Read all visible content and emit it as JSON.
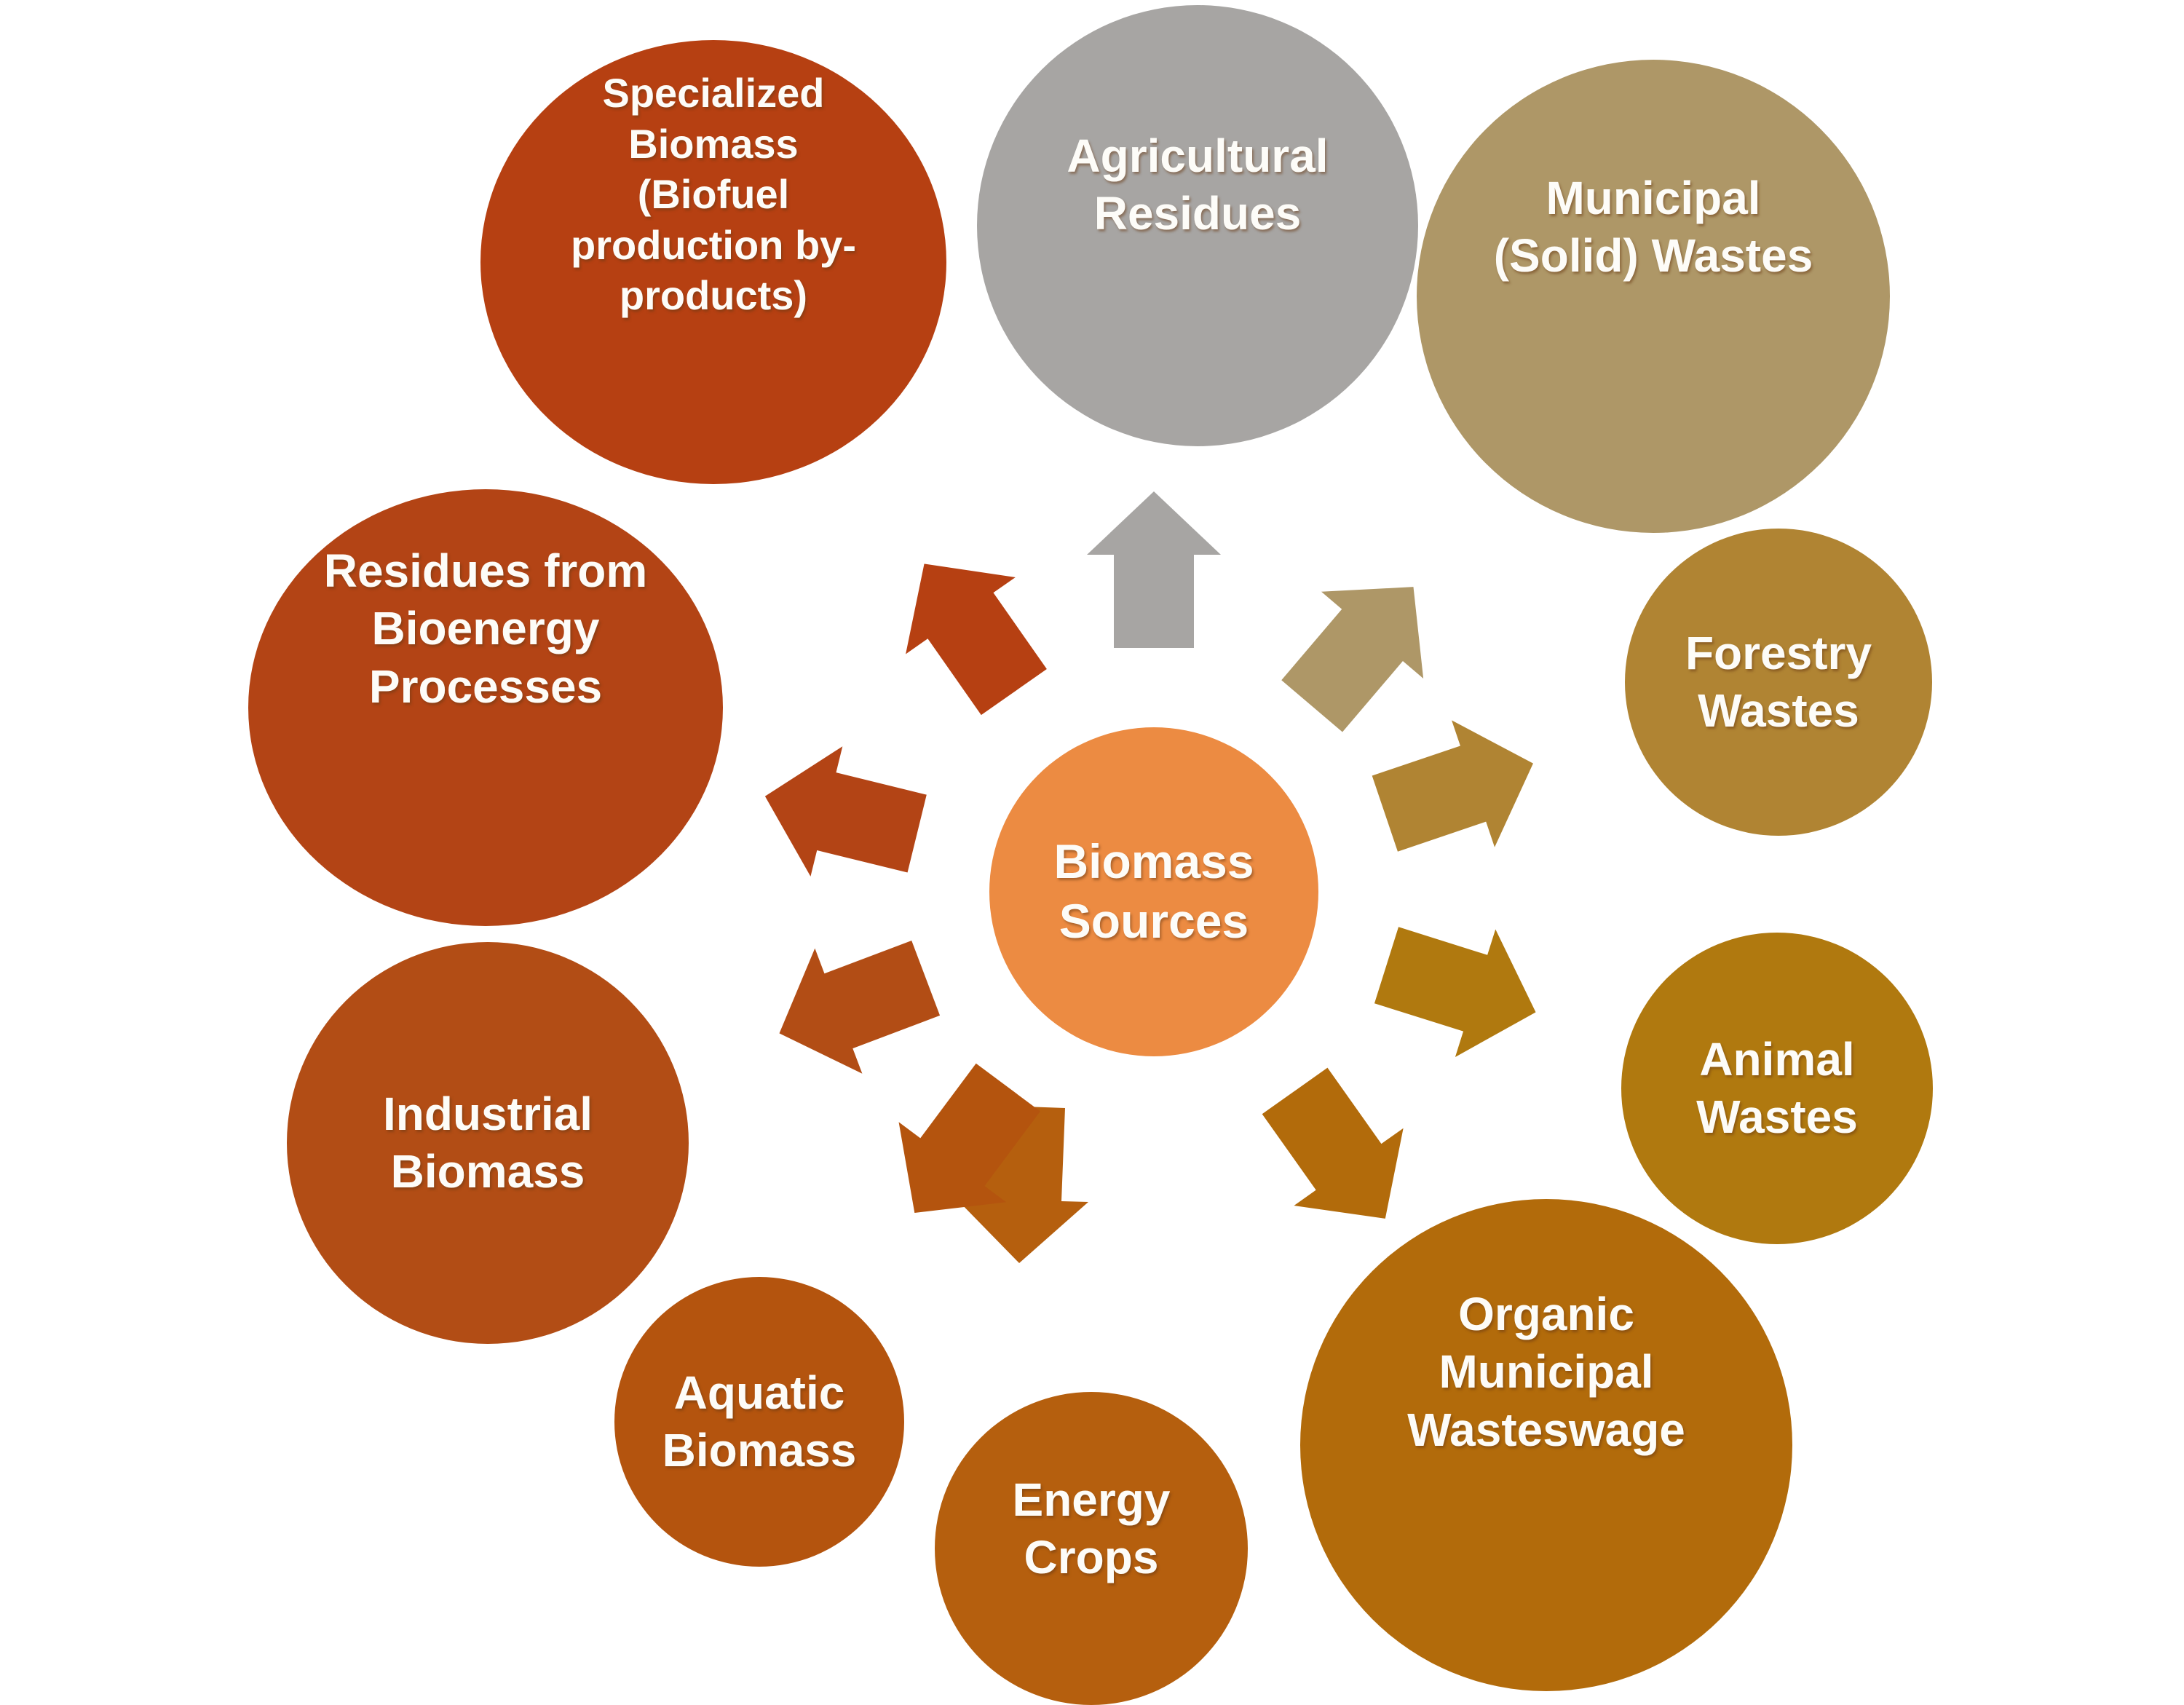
{
  "background": "#FFFFFF",
  "center": {
    "label": "Biomass\nSources",
    "color": "#EC8B42"
  },
  "nodes": [
    {
      "id": "specialized",
      "label": "Specialized\nBiomass\n(Biofuel\nproduction by-\nproducts)",
      "color": "#B64012"
    },
    {
      "id": "agricultural",
      "label": "Agricultural\nResidues",
      "color": "#A7A5A3"
    },
    {
      "id": "municipal",
      "label": "Municipal\n(Solid) Wastes",
      "color": "#AE9767"
    },
    {
      "id": "forestry",
      "label": "Forestry\nWastes",
      "color": "#B08433"
    },
    {
      "id": "animal",
      "label": "Animal\nWastes",
      "color": "#B0790F"
    },
    {
      "id": "organic",
      "label": "Organic\nMunicipal\nWasteswage",
      "color": "#B26B0B"
    },
    {
      "id": "energy",
      "label": "Energy\nCrops",
      "color": "#B55F0E"
    },
    {
      "id": "aquatic",
      "label": "Aquatic\nBiomass",
      "color": "#B4540E"
    },
    {
      "id": "industrial",
      "label": "Industrial\nBiomass",
      "color": "#B24D15"
    },
    {
      "id": "residues",
      "label": "Residues from\nBioenergy\nProcesses",
      "color": "#B34415"
    }
  ]
}
